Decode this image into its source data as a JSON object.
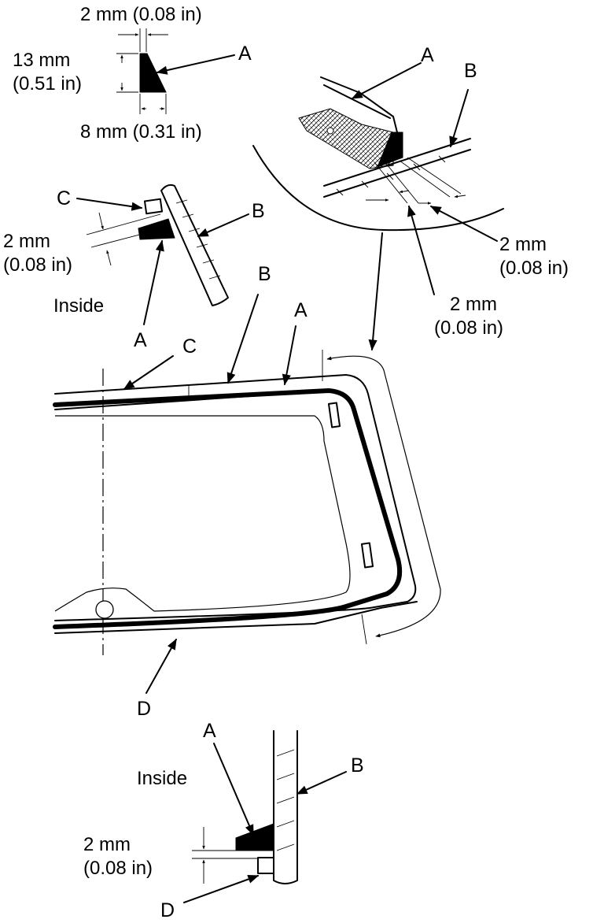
{
  "dimensions": {
    "top_width": "2 mm (0.08 in)",
    "height_mm": "13 mm",
    "height_in": "(0.51 in)",
    "base_width": "8 mm (0.31 in)",
    "gap_c_mm": "2 mm",
    "gap_c_in": "(0.08 in)",
    "gap_right_mm": "2 mm",
    "gap_right_in": "(0.08 in)",
    "gap_mid_mm": "2 mm",
    "gap_mid_in": "(0.08 in)",
    "gap_d_mm": "2 mm",
    "gap_d_in": "(0.08 in)"
  },
  "text": {
    "inside_top": "Inside",
    "inside_bottom": "Inside"
  },
  "callouts": {
    "a": "A",
    "b": "B",
    "c": "C",
    "d": "D"
  }
}
